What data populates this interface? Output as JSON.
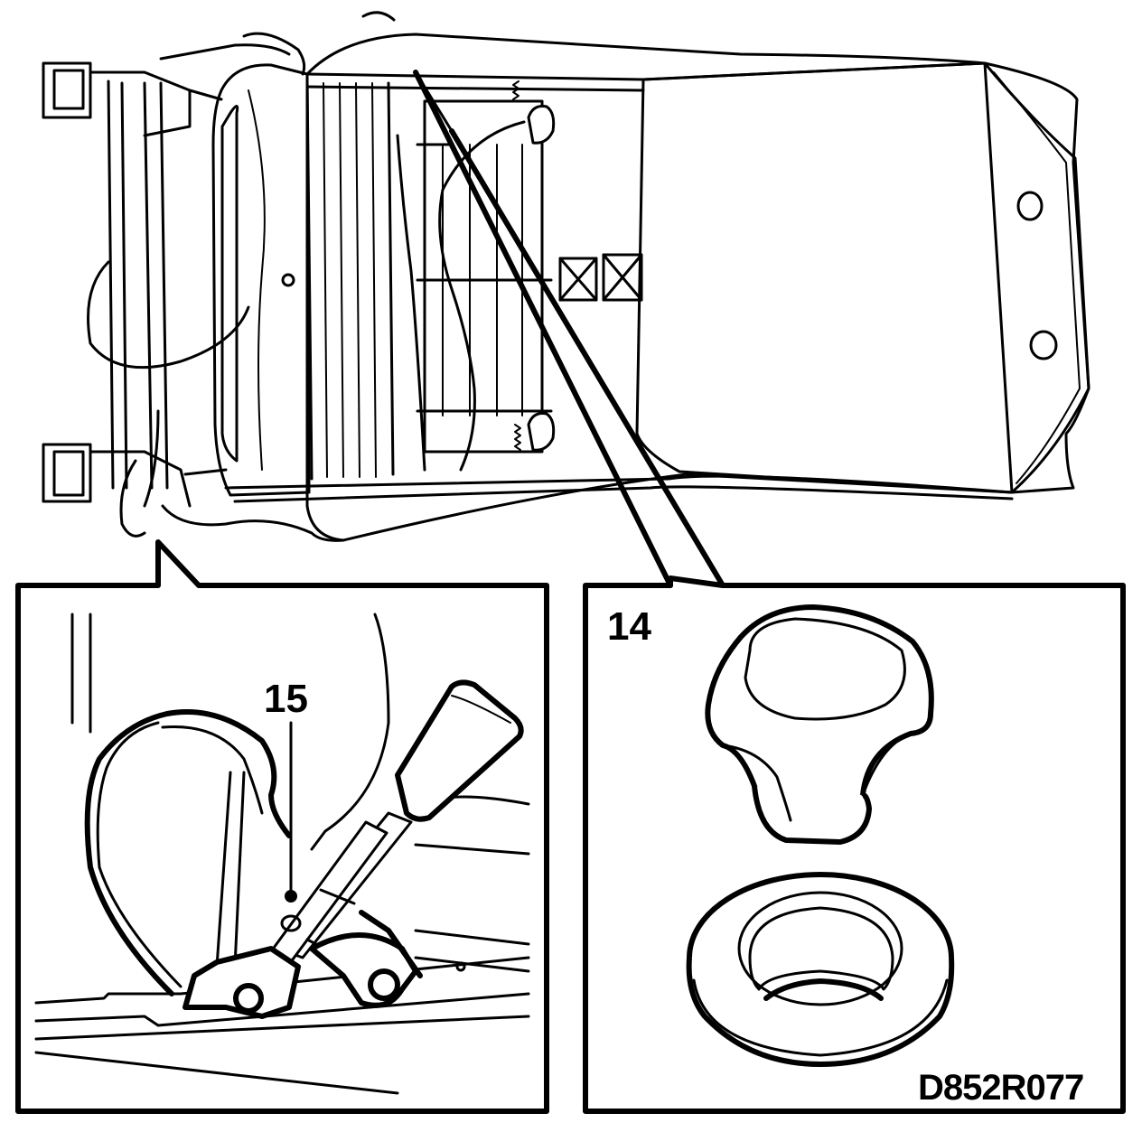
{
  "labels": {
    "part_15": "15",
    "part_14": "14",
    "figure_ref": "D852R077"
  },
  "colors": {
    "line": "#000000",
    "background": "#ffffff"
  }
}
